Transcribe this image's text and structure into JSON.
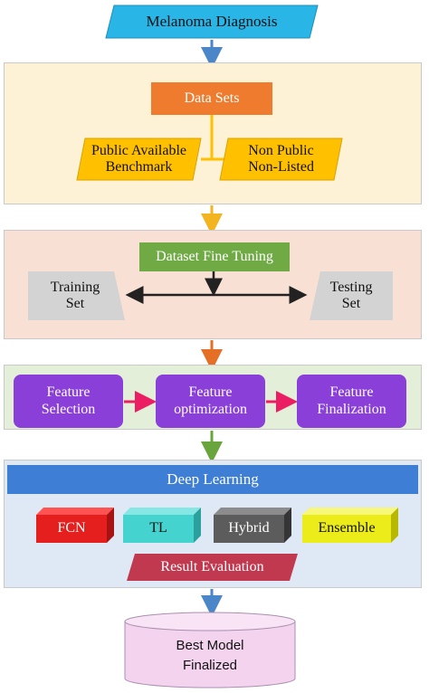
{
  "title": "Melanoma Diagnosis",
  "datasets": {
    "head": "Data Sets",
    "left": [
      "Public Available",
      "Benchmark"
    ],
    "right": [
      "Non Public",
      "Non-Listed"
    ]
  },
  "fine_tuning": {
    "head": "Dataset Fine Tuning",
    "left": [
      "Training",
      "Set"
    ],
    "right": [
      "Testing",
      "Set"
    ]
  },
  "features": {
    "steps": [
      [
        "Feature",
        "Selection"
      ],
      [
        "Feature",
        "optimization"
      ],
      [
        "Feature",
        "Finalization"
      ]
    ]
  },
  "deep_learning": {
    "head": "Deep Learning",
    "models": [
      {
        "label": "FCN",
        "color": "#e51e1e"
      },
      {
        "label": "TL",
        "color": "#44d3cf"
      },
      {
        "label": "Hybrid",
        "color": "#5c5c5c"
      },
      {
        "label": "Ensemble",
        "color": "#ecec1a"
      }
    ],
    "evaluation": "Result Evaluation"
  },
  "final": [
    "Best Model",
    "Finalized"
  ],
  "colors": {
    "title_fill": "#29b5e6",
    "panel1_bg": "#fdf1d6",
    "panel2_bg": "#f8e0d4",
    "panel3_bg": "#e4efd9",
    "panel4_bg": "#dfe8f5",
    "orange_box": "#ee7b2e",
    "yellow_box": "#ffc000",
    "green_box": "#6faa44",
    "grey_trap": "#d3d3d3",
    "purple_box": "#8a3fd8",
    "blue_bar": "#3e7fd5",
    "crimson": "#c0394f",
    "db_fill": "#f4d3ef",
    "arrow_blue": "#4b86c8",
    "arrow_yellow": "#f2b51f",
    "arrow_orange": "#e56f25",
    "arrow_green": "#6aa43d",
    "arrow_pink": "#ec1e63"
  }
}
